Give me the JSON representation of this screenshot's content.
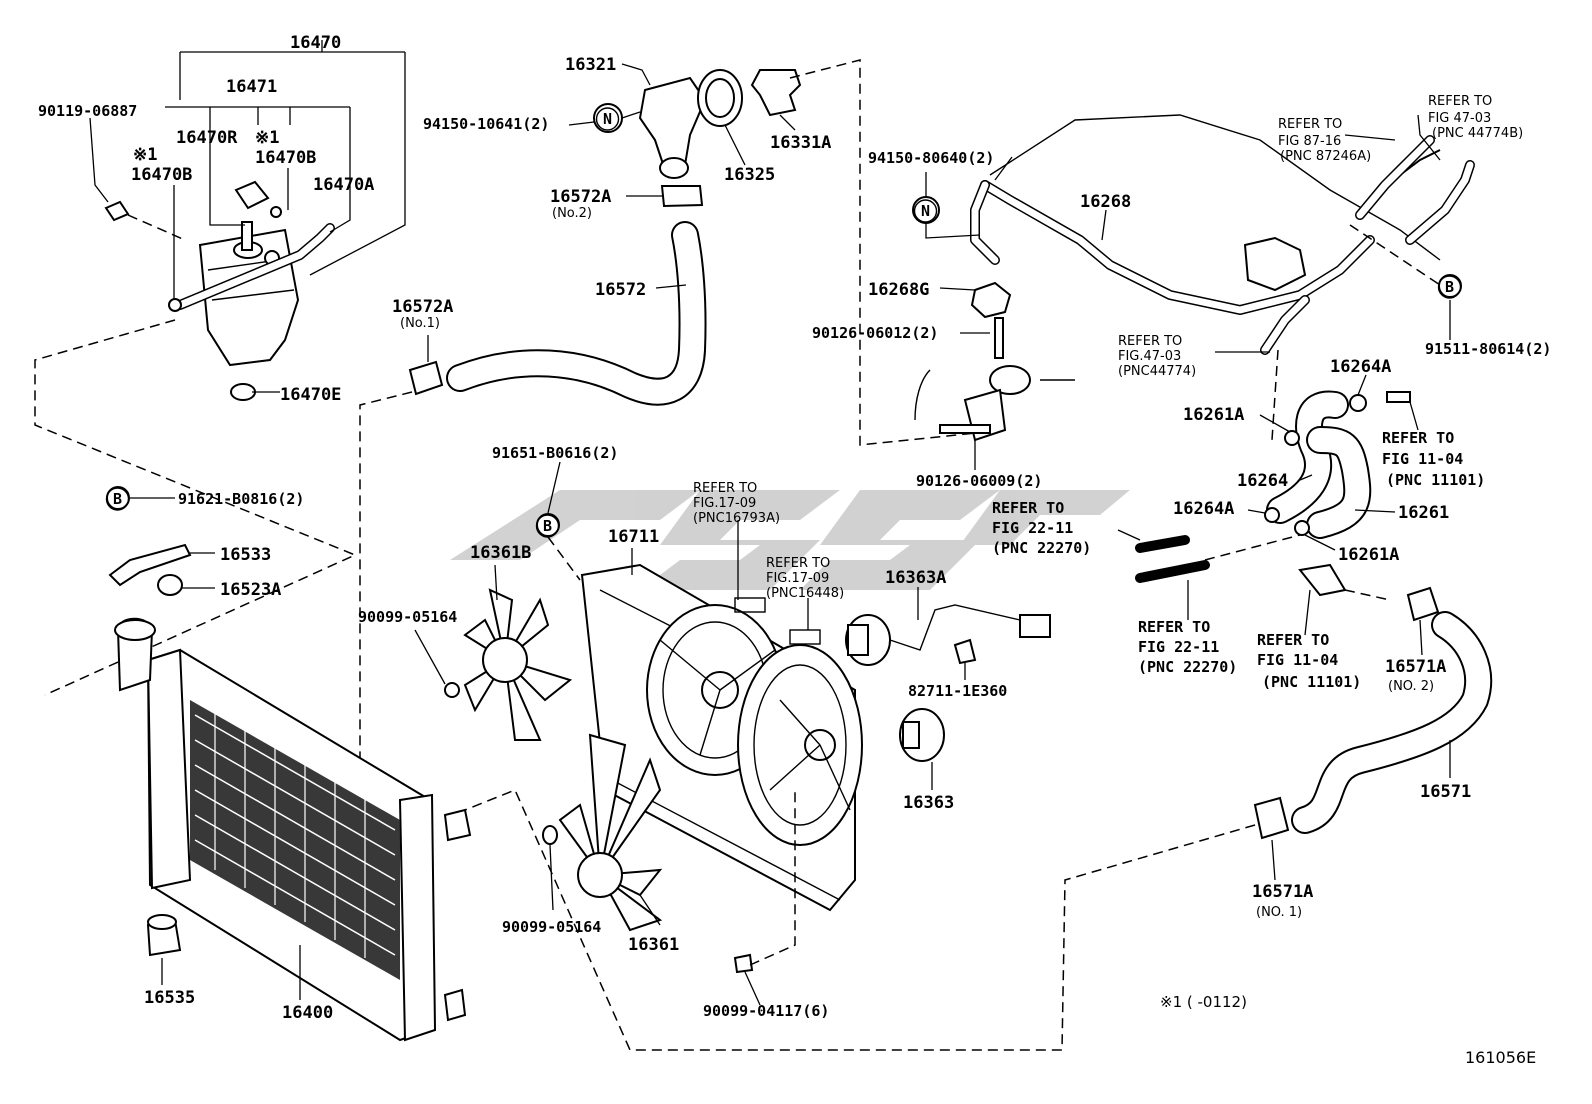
{
  "diagram_id": "161056E",
  "footnote": "※1 (      -0112)",
  "labels": {
    "p16470": "16470",
    "p16471": "16471",
    "p90119_06887": "90119-06887",
    "p16470R": "16470R",
    "mark1a": "※1",
    "p16470B_right": "16470B",
    "mark1b": "※1",
    "p16470B_left": "16470B",
    "p16470A": "16470A",
    "p16470E": "16470E",
    "p16321": "16321",
    "p94150_10641": "94150-10641(2)",
    "p16325": "16325",
    "p16331A": "16331A",
    "p16572A_2": "16572A",
    "no2": "(No.2)",
    "p16572": "16572",
    "p16572A_1": "16572A",
    "no1": "(No.1)",
    "p94150_80640": "94150-80640(2)",
    "p16268": "16268",
    "p16268G": "16268G",
    "p90126_06012": "90126-06012(2)",
    "p90126_06009": "90126-06009(2)",
    "p91511_80614": "91511-80614(2)",
    "p16264A_top": "16264A",
    "p16261A_top": "16261A",
    "p16264": "16264",
    "p16264A_mid": "16264A",
    "p16261": "16261",
    "p16261A_bot": "16261A",
    "p91651_B0616": "91651-B0616(2)",
    "p91621_B0816": "91621-B0816(2)",
    "p16533": "16533",
    "p16523A": "16523A",
    "p16361B": "16361B",
    "p16711": "16711",
    "p90099_05164_top": "90099-05164",
    "p16363A": "16363A",
    "p82711_1E360": "82711-1E360",
    "p16363": "16363",
    "p16571A_2": "16571A",
    "no2b": "(NO. 2)",
    "p16571": "16571",
    "p16571A_1": "16571A",
    "no1b": "(NO. 1)",
    "p90099_05164_bot": "90099-05164",
    "p16361": "16361",
    "p90099_04117": "90099-04117(6)",
    "p16535": "16535",
    "p16400": "16400",
    "circleN": "N",
    "circleB": "B"
  },
  "refs": {
    "fig87_16": [
      "REFER TO",
      "FIG 87-16",
      "(PNC 87246A)"
    ],
    "fig47_03_top": [
      "REFER TO",
      "FIG 47-03",
      "(PNC 44774B)"
    ],
    "fig47_03_mid": [
      "REFER TO",
      "FIG.47-03",
      "(PNC44774)"
    ],
    "fig11_04_top": [
      "REFER TO",
      "FIG 11-04",
      "(PNC 11101)"
    ],
    "fig22_11_top": [
      "REFER TO",
      "FIG 22-11",
      "(PNC 22270)"
    ],
    "fig22_11_bot": [
      "REFER TO",
      "FIG 22-11",
      "(PNC 22270)"
    ],
    "fig11_04_bot": [
      "REFER TO",
      "FIG 11-04",
      "(PNC 11101)"
    ],
    "fig17_09_a": [
      "REFER TO",
      "FIG.17-09",
      "(PNC16793A)"
    ],
    "fig17_09_b": [
      "REFER TO",
      "FIG.17-09",
      "(PNC16448)"
    ]
  }
}
